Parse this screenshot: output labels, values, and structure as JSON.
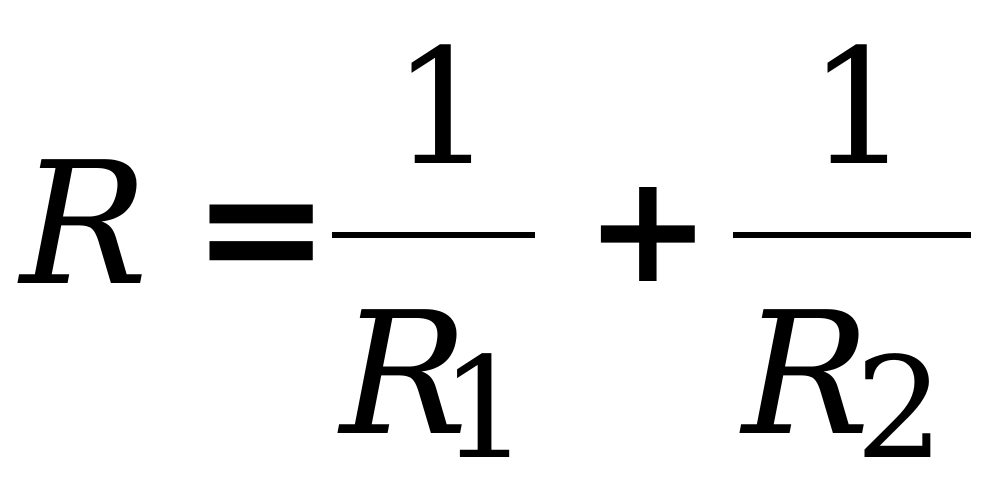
{
  "equation": {
    "lhs": "R",
    "equals": "=",
    "plus": "+",
    "fraction_1": {
      "numerator": "1",
      "denominator_var": "R",
      "denominator_sub": "1"
    },
    "fraction_2": {
      "numerator": "1",
      "denominator_var": "R",
      "denominator_sub": "2"
    }
  },
  "colors": {
    "text": "#000000",
    "background": "#ffffff"
  }
}
